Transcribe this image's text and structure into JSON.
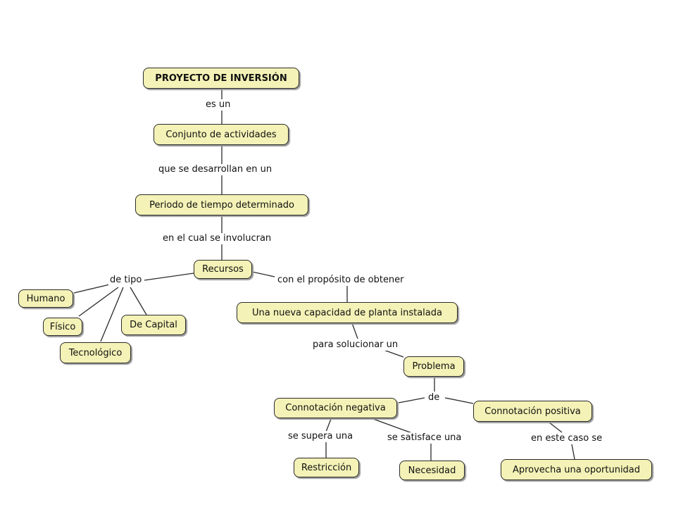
{
  "nodes": {
    "root": "PROYECTO DE INVERSIÓN",
    "conjunto": "Conjunto de actividades",
    "periodo": "Periodo de tiempo determinado",
    "recursos": "Recursos",
    "humano": "Humano",
    "fisico": "Físico",
    "tecnologico": "Tecnológico",
    "capital": "De Capital",
    "capacidad": "Una nueva capacidad de planta instalada",
    "problema": "Problema",
    "negativa": "Connotación negativa",
    "positiva": "Connotación positiva",
    "restriccion": "Restricción",
    "necesidad": "Necesidad",
    "oportunidad": "Aprovecha una oportunidad"
  },
  "links": {
    "es_un": "es un",
    "que_se": "que se desarrollan en un",
    "en_el_cual": "en el cual se involucran",
    "de_tipo": "de tipo",
    "con_el": "con el propósito de obtener",
    "para": "para solucionar un",
    "de": "de",
    "se_supera": "se supera una",
    "se_satisface": "se satisface una",
    "en_este": "en este caso se"
  }
}
